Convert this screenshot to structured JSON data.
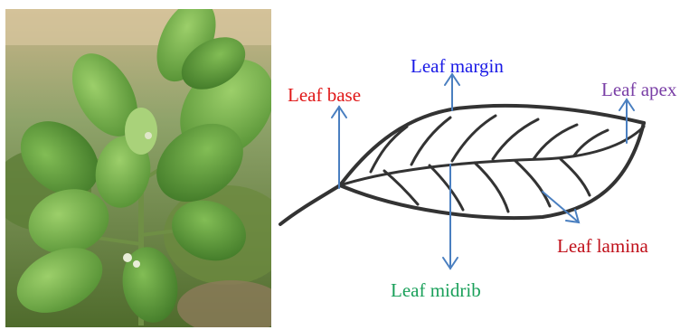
{
  "photo": {
    "subject": "leafy-plant-photo"
  },
  "labels": {
    "margin": "Leaf margin",
    "base": "Leaf base",
    "apex": "Leaf apex",
    "lamina": "Leaf lamina",
    "midrib": "Leaf midrib"
  },
  "colors": {
    "margin": "#1a1ae6",
    "base": "#e01818",
    "apex": "#7a3fa6",
    "lamina": "#c0101a",
    "midrib": "#1aa05a",
    "arrow": "#4a7fc0",
    "outline": "#333333"
  }
}
